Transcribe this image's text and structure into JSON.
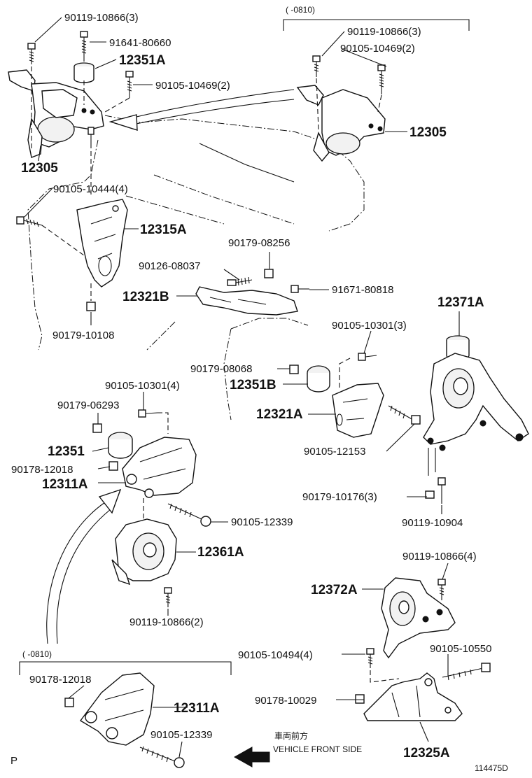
{
  "labels": {
    "l01": "90119-10866(3)",
    "l02": "91641-80660",
    "l03": "12351A",
    "l04": "90105-10469(2)",
    "l05": "12305",
    "l06": "(     -0810)",
    "l07": "90119-10866(3)",
    "l08": "90105-10469(2)",
    "l09": "12305",
    "l10": "90105-10444(4)",
    "l11": "12315A",
    "l12": "90179-10108",
    "l13": "90179-08256",
    "l14": "90126-08037",
    "l15": "12321B",
    "l16": "91671-80818",
    "l17": "12371A",
    "l18": "90105-10301(3)",
    "l19": "90179-08068",
    "l20": "12351B",
    "l21": "12321A",
    "l22": "90105-12153",
    "l23": "90105-10301(4)",
    "l24": "90179-06293",
    "l25": "12351",
    "l26": "90178-12018",
    "l27": "12311A",
    "l28": "90105-12339",
    "l29": "12361A",
    "l30": "90119-10866(2)",
    "l31": "90179-10176(3)",
    "l32": "90119-10904",
    "l33": "90119-10866(4)",
    "l34": "12372A",
    "l35": "90105-10494(4)",
    "l36": "90105-10550",
    "l37": "(     -0810)",
    "l38": "90178-12018",
    "l39": "12311A",
    "l40": "90105-12339",
    "l41": "90178-10029",
    "l42": "12325A",
    "l43": "車両前方",
    "l44": "VEHICLE FRONT SIDE",
    "l45": "P",
    "l46": "114475D"
  }
}
